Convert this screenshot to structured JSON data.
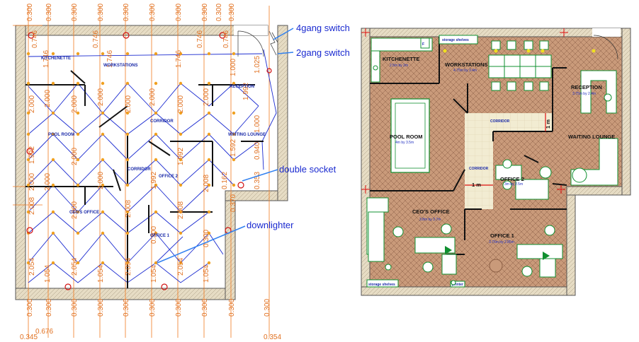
{
  "left_plan": {
    "top_dims": [
      "0.300",
      "0.300",
      "0.300",
      "0.300",
      "0.300",
      "0.300",
      "0.300",
      "0.300",
      "0.300",
      "0.300"
    ],
    "top_dims2": [
      "0.746",
      "0.746",
      "1.746",
      "0.746",
      "0.746",
      "1.746",
      "0.746",
      "0.746",
      "1.746",
      "0.746"
    ],
    "col_dims_a": [
      "2.000",
      "2.000",
      "2.000",
      "2.000",
      "2.000",
      "2.000",
      "2.000",
      "2.000"
    ],
    "col_dims_b": [
      "2.054",
      "1.054",
      "2.054",
      "1.054",
      "2.054",
      "1.054",
      "2.054",
      "1.054"
    ],
    "left_dims": [
      "1.992",
      "2.000",
      "2.008"
    ],
    "right_dims": [
      "1.000",
      "1.025",
      "1.992",
      "1.000",
      "0.940",
      "1.592",
      "0.353",
      "0.370"
    ],
    "mid_dims": [
      "1.992",
      "2.000",
      "2.008",
      "2.000",
      "2.000",
      "1.992"
    ],
    "bottom_dims": [
      "0.300",
      "0.300",
      "0.300",
      "0.300",
      "0.300",
      "0.300",
      "0.300",
      "0.300",
      "0.300",
      "0.300"
    ],
    "bottom_extra": [
      "0.345",
      "0.676",
      "0.354"
    ],
    "door_dim": "0.162",
    "rooms": {
      "kitchenette": "KITCHENETTE",
      "workstations": "WORKSTATIONS",
      "reception": "RECEPTION",
      "corridor1": "CORRIDOR",
      "corridor2": "CORRIDOR",
      "pool_room": "POOL ROOM",
      "waiting_lounge": "WAITING LOUNGE",
      "office2": "OFFICE 2",
      "ceo_office": "CEO'S OFFICE",
      "office1": "OFFICE 1"
    }
  },
  "callouts": {
    "switch4": "4gang switch",
    "switch2": "2gang switch",
    "double_socket": "double socket",
    "downlighter": "downlighter"
  },
  "right_plan": {
    "storage_top": "storage shelves",
    "storage_bottom": "storage shelves",
    "printer": "printer",
    "kitchenette": {
      "name": "KITCHENETTE",
      "size": "2.5m by 2m"
    },
    "workstations": {
      "name": "WORKSTATIONS",
      "size": "4.75m by 3.4m"
    },
    "reception": {
      "name": "RECEPTION",
      "size": "3.75m by 2.4m"
    },
    "corridor_h": "CORRIDOR",
    "corridor_v": "CORRIDOR",
    "pool_room": {
      "name": "POOL ROOM",
      "size": "4m by 3.5m"
    },
    "waiting_lounge": {
      "name": "WAITING LOUNGE"
    },
    "office2": {
      "name": "OFFICE 2",
      "size": "3m by 2.5m"
    },
    "ceo_office": {
      "name": "CEO'S OFFICE",
      "size": "3.8m by 3.7m"
    },
    "office1": {
      "name": "OFFICE 1",
      "size": "3.75m by 2.85m"
    },
    "dim_1m_a": "1 m",
    "dim_1m_b": "1 m"
  },
  "colors": {
    "wall": "#d8c8a8",
    "wall_edge": "#555555",
    "floor_tile": "#c99a7a",
    "corridor_tile": "#f0ead0",
    "furniture": "#109030",
    "dim_line": "#f07a20",
    "wiring": "#1a2ad0"
  }
}
